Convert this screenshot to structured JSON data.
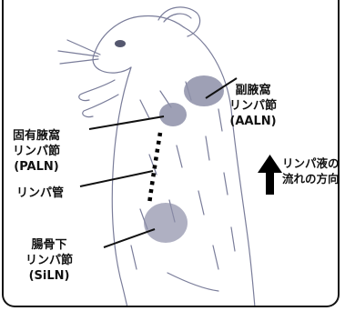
{
  "labels": {
    "aaln": {
      "line1": "副腋窩",
      "line2": "リンパ節",
      "line3": "(AALN)"
    },
    "paln": {
      "line1": "固有腋窩",
      "line2": "リンパ節",
      "line3": "(PALN)"
    },
    "vessel": "リンパ管",
    "siln": {
      "line1": "腸骨下",
      "line2": "リンパ節",
      "line3": "(SiLN)"
    },
    "flow": {
      "line1": "リンパ液の",
      "line2": "流れの方向"
    }
  },
  "colors": {
    "frame": "#111111",
    "sketch": "#7a7d9a",
    "node_fill": "#8d8fa8",
    "text": "#111111"
  }
}
